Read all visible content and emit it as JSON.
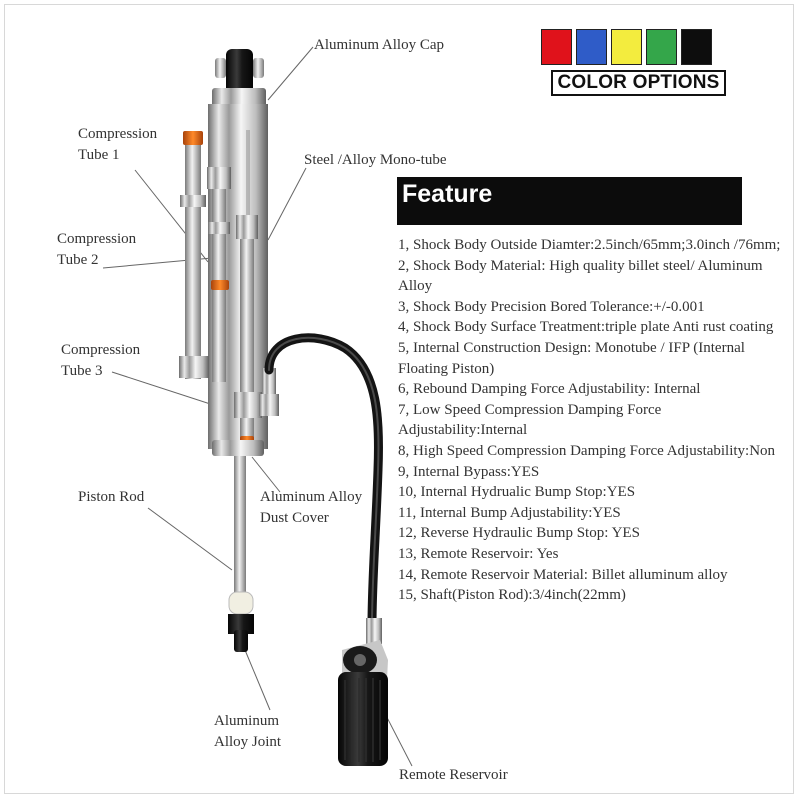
{
  "labels": {
    "cap": "Aluminum Alloy  Cap",
    "ctube1": "Compression\nTube 1",
    "ctube2": "Compression\nTube 2",
    "ctube3": "Compression\nTube 3",
    "monotube": "Steel /Alloy Mono-tube",
    "rod": "Piston Rod",
    "dust": "Aluminum  Alloy\nDust Cover",
    "joint": "Aluminum\nAlloy Joint",
    "reservoir": "Remote Reservoir"
  },
  "colors": {
    "title": "COLOR OPTIONS",
    "swatches": [
      "#e0121b",
      "#2f5cc8",
      "#f3ec3e",
      "#34a64a",
      "#0d0d0d"
    ]
  },
  "feature": {
    "title": "Feature",
    "items": [
      "1, Shock Body Outside Diamter:2.5inch/65mm;3.0inch /76mm;",
      "2, Shock Body Material: High quality billet steel/ Aluminum Alloy",
      "3, Shock Body Precision Bored Tolerance:+/-0.001",
      "4, Shock Body Surface Treatment:triple plate Anti rust coating",
      "5, Internal Construction Design: Monotube / IFP (Internal Floating Piston)",
      "6, Rebound Damping Force Adjustability: Internal",
      "7, Low Speed Compression Damping Force Adjustability:Internal",
      "8, High Speed Compression Damping Force Adjustability:Non",
      "9, Internal Bypass:YES",
      "10, Internal Hydrualic Bump Stop:YES",
      "11, Internal Bump Adjustability:YES",
      "12, Reverse Hydraulic Bump Stop: YES",
      "13, Remote Reservoir: Yes",
      "14, Remote Reservoir Material: Billet alluminum alloy",
      "15, Shaft(Piston Rod):3/4inch(22mm)"
    ]
  }
}
